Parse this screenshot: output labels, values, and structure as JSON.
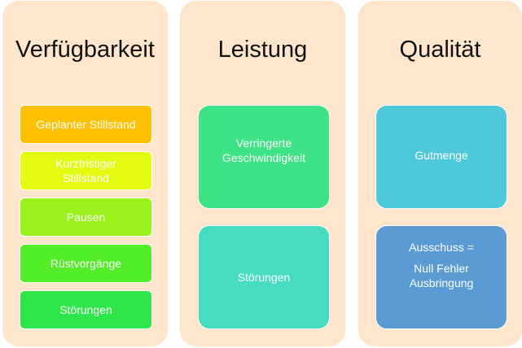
{
  "columns": [
    {
      "title": "Verfügbarkeit",
      "items": [
        {
          "label": "Geplanter Stillstand",
          "color": "#ffc000"
        },
        {
          "label": "Kurzfristiger Stillstand",
          "color": "#e2fb10"
        },
        {
          "label": "Pausen",
          "color": "#99f21a"
        },
        {
          "label": "Rüstvorgänge",
          "color": "#52ee28"
        },
        {
          "label": "Störungen",
          "color": "#2fe64a"
        }
      ]
    },
    {
      "title": "Leistung",
      "items": [
        {
          "label": "Verringerte Geschwindigkeit",
          "color": "#3de384"
        },
        {
          "label": "Störungen",
          "color": "#46dcbf"
        }
      ]
    },
    {
      "title": "Qualität",
      "items": [
        {
          "label": "Gutmenge",
          "color": "#4fc8d9"
        },
        {
          "label": "Ausschuss =",
          "label2": "Null Fehler Ausbringung",
          "color": "#5b9bd5"
        }
      ]
    }
  ]
}
